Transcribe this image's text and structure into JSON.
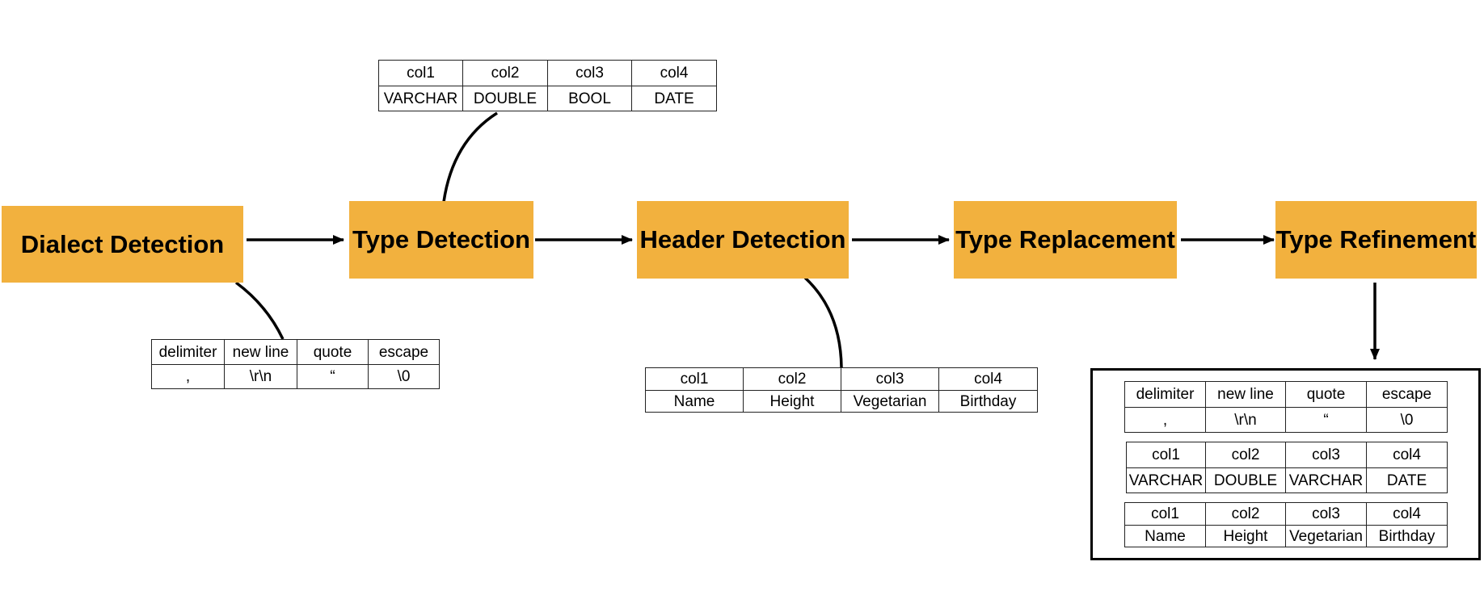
{
  "stages": [
    {
      "id": "dialect",
      "label": "Dialect Detection"
    },
    {
      "id": "type",
      "label": "Type Detection"
    },
    {
      "id": "header",
      "label": "Header Detection"
    },
    {
      "id": "replace",
      "label": "Type Replacement"
    },
    {
      "id": "refine",
      "label": "Type Refinement"
    }
  ],
  "tables": {
    "dialect": {
      "headers": [
        "delimiter",
        "new line",
        "quote",
        "escape"
      ],
      "values": [
        ",",
        "\\r\\n",
        "“",
        "\\0"
      ]
    },
    "types": {
      "headers": [
        "col1",
        "col2",
        "col3",
        "col4"
      ],
      "values": [
        "VARCHAR",
        "DOUBLE",
        "BOOL",
        "DATE"
      ]
    },
    "header": {
      "headers": [
        "col1",
        "col2",
        "col3",
        "col4"
      ],
      "values": [
        "Name",
        "Height",
        "Vegetarian",
        "Birthday"
      ]
    },
    "result_dialect": {
      "headers": [
        "delimiter",
        "new line",
        "quote",
        "escape"
      ],
      "values": [
        ",",
        "\\r\\n",
        "“",
        "\\0"
      ]
    },
    "result_types": {
      "headers": [
        "col1",
        "col2",
        "col3",
        "col4"
      ],
      "values": [
        "VARCHAR",
        "DOUBLE",
        "VARCHAR",
        "DATE"
      ]
    },
    "result_header": {
      "headers": [
        "col1",
        "col2",
        "col3",
        "col4"
      ],
      "values": [
        "Name",
        "Height",
        "Vegetarian",
        "Birthday"
      ]
    }
  },
  "colors": {
    "stage_fill": "#f2b13e",
    "line": "#000000",
    "table_border": "#222222"
  }
}
